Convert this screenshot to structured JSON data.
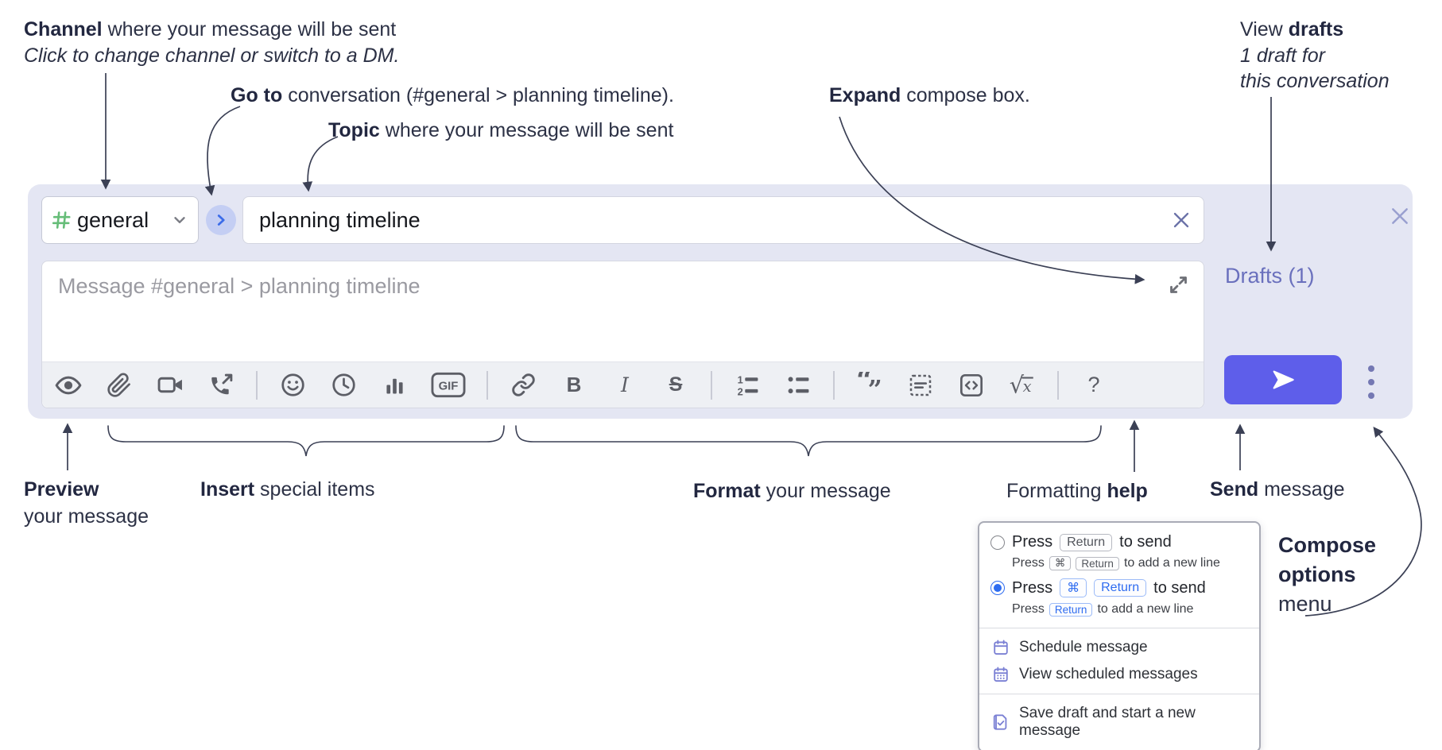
{
  "annotations": {
    "channel_bold": "Channel",
    "channel_rest": " where your message will be sent",
    "channel_sub": "Click to change channel or switch to a DM.",
    "goto_bold": "Go to",
    "goto_rest": " conversation (#general > planning timeline).",
    "topic_bold": "Topic",
    "topic_rest": " where your message will be sent",
    "expand_bold": "Expand",
    "expand_rest": " compose box.",
    "drafts_line1_pre": "View ",
    "drafts_line1_bold": "drafts",
    "drafts_line2": "1 draft for",
    "drafts_line3": "this conversation",
    "preview_bold": "Preview",
    "preview_line2": "your message",
    "insert_bold": "Insert",
    "insert_rest": " special items",
    "format_bold": "Format",
    "format_rest": " your message",
    "help_pre": "Formatting ",
    "help_bold": "help",
    "send_bold": "Send",
    "send_rest": " message",
    "compose_line1": "Compose",
    "compose_line2": "options",
    "compose_line3": "menu"
  },
  "compose": {
    "channel_name": "general",
    "topic_value": "planning timeline",
    "message_placeholder": "Message #general > planning timeline",
    "drafts_link": "Drafts (1)",
    "toolbar_labels": {
      "bold": "B",
      "italic": "I",
      "strike": "S",
      "gif": "GIF",
      "quote_open": "“",
      "quote_close": "”",
      "math_radical": "√",
      "math_var": "x",
      "help": "?"
    }
  },
  "menu": {
    "press": "Press",
    "to_send": "to send",
    "to_newline": "to add a new line",
    "key_return": "Return",
    "key_cmd": "⌘",
    "items": {
      "schedule": "Schedule message",
      "view_scheduled": "View scheduled messages",
      "save_draft": "Save draft and start a new message"
    }
  },
  "colors": {
    "compose_bg": "#e4e6f3",
    "send_button": "#5e5eea",
    "accent_blue": "#2e6cf0",
    "drafts_link": "#6a70bd",
    "hash_green": "#66bd78",
    "menu_icon_purple": "#7b80d4",
    "annotation_ink": "#2c3145"
  }
}
